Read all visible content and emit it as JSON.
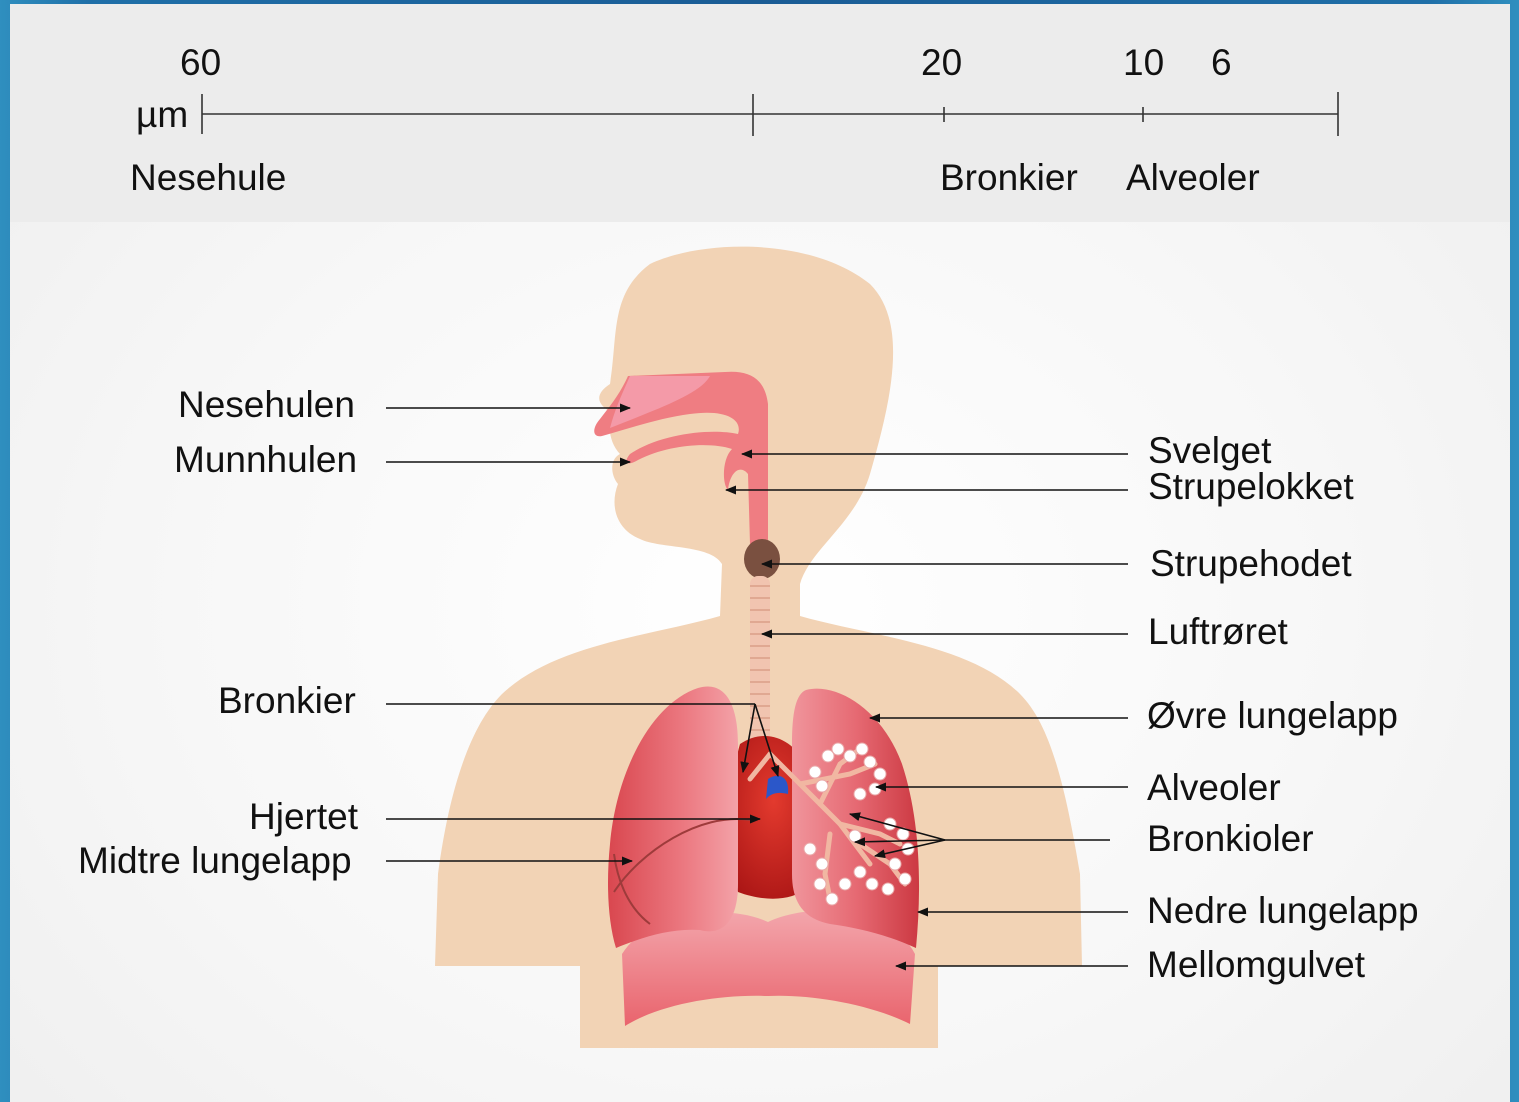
{
  "scale": {
    "unit": "µm",
    "ticks": [
      "60",
      "20",
      "10",
      "6"
    ],
    "regions": [
      "Nesehule",
      "Bronkier",
      "Alveoler"
    ]
  },
  "labels_left": [
    "Nesehulen",
    "Munnhulen",
    "Bronkier",
    "Hjertet",
    "Midtre lungelapp"
  ],
  "labels_right": [
    "Svelget",
    "Strupelokket",
    "Strupehodet",
    "Luftrøret",
    "Øvre lungelapp",
    "Alveoler",
    "Bronkioler",
    "Nedre lungelapp",
    "Mellomgulvet"
  ],
  "colors": {
    "skin": "#f2d3b5",
    "airway": "#ee7c7c",
    "lung": "#e8707a",
    "heart": "#c81e1e",
    "frame": "#1a5c95"
  }
}
